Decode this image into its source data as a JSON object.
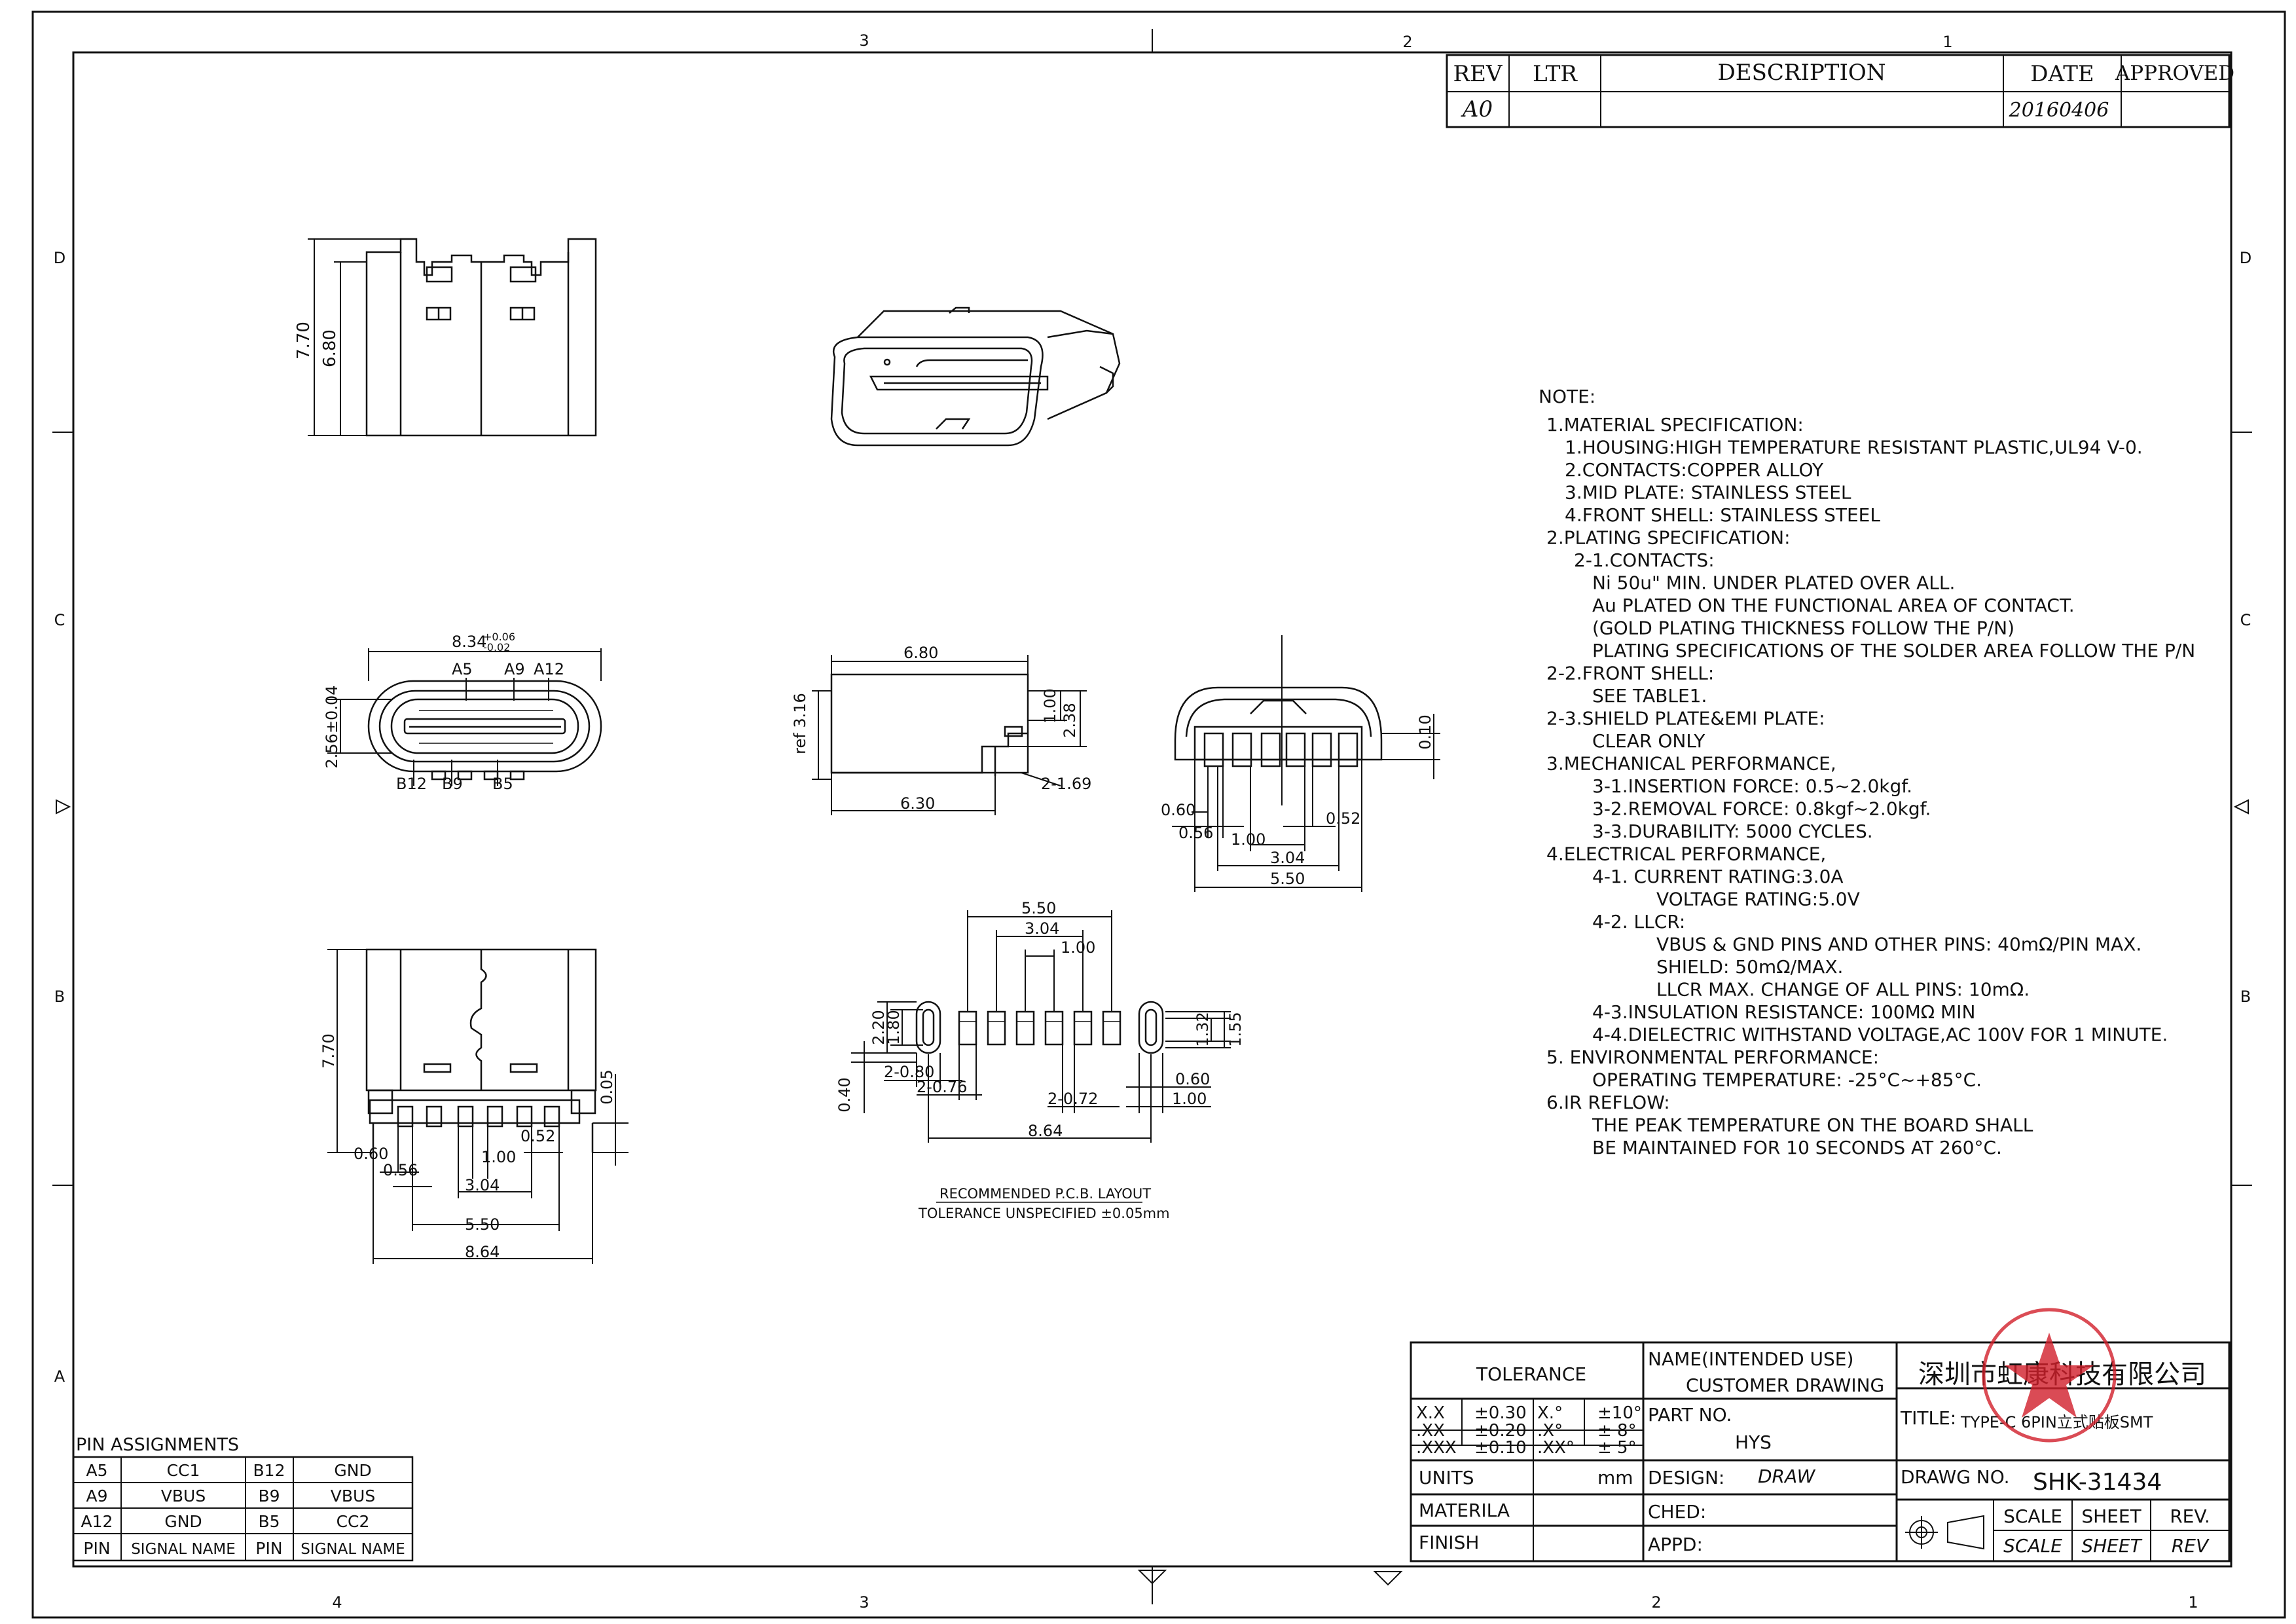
{
  "frame": {
    "zones_top": [
      "3",
      "2",
      "1"
    ],
    "zones_bottom": [
      "4",
      "3",
      "2",
      "1"
    ],
    "zones_side": [
      "D",
      "C",
      "B",
      "A"
    ]
  },
  "revision_table": {
    "headers": [
      "REV",
      "LTR",
      "DESCRIPTION",
      "DATE",
      "APPROVED"
    ],
    "row": {
      "rev": "A0",
      "ltr": "",
      "description": "",
      "date": "20160406",
      "approved": ""
    }
  },
  "notes": {
    "heading": "NOTE:",
    "lines": [
      "1.MATERIAL SPECIFICATION:",
      "  1.HOUSING:HIGH TEMPERATURE RESISTANT PLASTIC,UL94 V-0.",
      "  2.CONTACTS:COPPER ALLOY",
      "  3.MID PLATE: STAINLESS STEEL",
      "  4.FRONT SHELL: STAINLESS STEEL",
      "2.PLATING SPECIFICATION:",
      "   2-1.CONTACTS:",
      "     Ni 50u\" MIN. UNDER PLATED OVER ALL.",
      "     Au PLATED ON THE FUNCTIONAL AREA OF CONTACT.",
      "     (GOLD PLATING THICKNESS FOLLOW THE P/N)",
      "     PLATING SPECIFICATIONS OF THE SOLDER AREA FOLLOW THE P/N",
      "2-2.FRONT SHELL:",
      "     SEE TABLE1.",
      "2-3.SHIELD PLATE&EMI PLATE:",
      "     CLEAR ONLY",
      "3.MECHANICAL PERFORMANCE,",
      "     3-1.INSERTION FORCE: 0.5~2.0kgf.",
      "     3-2.REMOVAL FORCE: 0.8kgf~2.0kgf.",
      "     3-3.DURABILITY: 5000 CYCLES.",
      "4.ELECTRICAL PERFORMANCE,",
      "     4-1. CURRENT RATING:3.0A",
      "            VOLTAGE RATING:5.0V",
      "     4-2. LLCR:",
      "            VBUS & GND PINS AND OTHER PINS: 40mΩ/PIN MAX.",
      "            SHIELD: 50mΩ/MAX.",
      "            LLCR MAX. CHANGE OF ALL PINS: 10mΩ.",
      "     4-3.INSULATION RESISTANCE: 100MΩ  MIN",
      "     4-4.DIELECTRIC WITHSTAND VOLTAGE,AC 100V FOR 1 MINUTE.",
      "5. ENVIRONMENTAL PERFORMANCE:",
      "     OPERATING TEMPERATURE: -25°C~+85°C.",
      "6.IR REFLOW:",
      "     THE PEAK TEMPERATURE ON THE BOARD SHALL",
      "     BE MAINTAINED FOR 10 SECONDS AT 260°C."
    ]
  },
  "pin_assignments": {
    "title": "PIN ASSIGNMENTS",
    "rows": [
      [
        "A5",
        "CC1",
        "B12",
        "GND"
      ],
      [
        "A9",
        "VBUS",
        "B9",
        "VBUS"
      ],
      [
        "A12",
        "GND",
        "B5",
        "CC2"
      ],
      [
        "PIN",
        "SIGNAL NAME",
        "PIN",
        "SIGNAL NAME"
      ]
    ]
  },
  "dimensions": {
    "top_view": [
      "7.70",
      "6.80"
    ],
    "front_view": [
      "8.34",
      "+0.06",
      "-0.02",
      "2.56±0.04",
      "A5",
      "A9",
      "A12",
      "B12",
      "B9",
      "B5"
    ],
    "side_view": [
      "6.80",
      "ref 3.16",
      "1.00",
      "2.38",
      "2-1.69",
      "6.30"
    ],
    "end_view": [
      "0.10",
      "0.60",
      "0.56",
      "1.00",
      "0.52",
      "3.04",
      "5.50"
    ],
    "bottom_view": [
      "7.70",
      "0.05",
      "0.60",
      "0.56",
      "0.52",
      "1.00",
      "3.04",
      "5.50",
      "8.64"
    ],
    "pcb": [
      "5.50",
      "3.04",
      "1.00",
      "2.20",
      "1.80",
      "1.32",
      "1.55",
      "0.40",
      "2-0.80",
      "2-0.76",
      "2-0.72",
      "0.60",
      "1.00",
      "8.64"
    ],
    "pcb_caption": [
      "RECOMMENDED  P.C.B. LAYOUT",
      "TOLERANCE UNSPECIFIED ±0.05mm"
    ]
  },
  "title_block": {
    "tolerance_label": "TOLERANCE",
    "tol_rows": [
      [
        "X.X",
        "±0.30",
        "X.°",
        "±10°"
      ],
      [
        ".XX",
        "±0.20",
        ".X°",
        "± 8°"
      ],
      [
        ".XXX",
        "±0.10",
        ".XX°",
        "± 5°"
      ]
    ],
    "units_label": "UNITS",
    "units_value": "mm",
    "material_label": "MATERILA",
    "finish_label": "FINISH",
    "name_label": "NAME(INTENDED USE)",
    "name_value": "CUSTOMER DRAWING",
    "part_no_label": "PART NO.",
    "part_no_value": "HYS",
    "design_label": "DESIGN:",
    "design_value": "DRAW",
    "ched_label": "CHED:",
    "appd_label": "APPD:",
    "company": "深圳市虹康科技有限公司",
    "title_label": "TITLE:",
    "title_value": "TYPE-C 6PIN立式贴板SMT",
    "drawing_no_label": "DRAWG NO.",
    "drawing_no_value": "SHK-31434",
    "scale_label": "SCALE",
    "sheet_label": "SHEET",
    "rev_label": "REV.",
    "scale_value": "SCALE",
    "sheet_value": "SHEET",
    "rev_value": "REV",
    "accent_stamp": "#d21f2b"
  }
}
